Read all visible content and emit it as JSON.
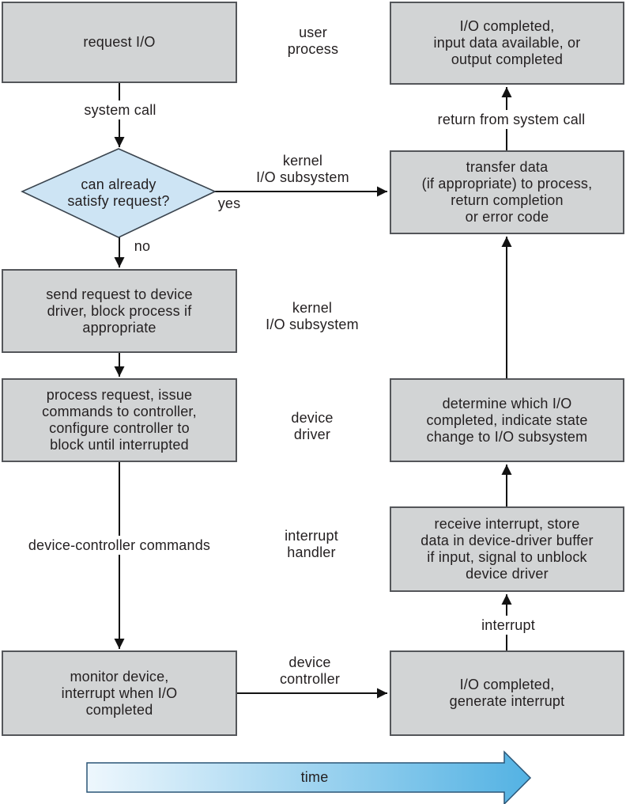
{
  "colors": {
    "box_fill": "#d2d4d5",
    "box_border": "#54565a",
    "diamond_fill": "#cde4f4",
    "diamond_stroke": "#3a444e",
    "line": "#121212",
    "text": "#231f20",
    "time_grad_start": "#eef7fd",
    "time_grad_end": "#53b2e3",
    "time_stroke": "#2a5576",
    "bg": "#ffffff"
  },
  "left_column": {
    "request_io": {
      "label": "request I/O"
    },
    "decision": {
      "label": "can already\nsatisfy request?"
    },
    "send_request": {
      "label": "send request to device\ndriver, block process if\nappropriate"
    },
    "process_request": {
      "label": "process request, issue\ncommands to controller,\nconfigure controller to\nblock until interrupted"
    },
    "monitor_device": {
      "label": "monitor device,\ninterrupt when I/O\ncompleted"
    }
  },
  "right_column": {
    "io_completed_user": {
      "label": "I/O completed,\ninput data available, or\noutput completed"
    },
    "transfer_data": {
      "label": "transfer data\n(if appropriate) to process,\nreturn completion\nor error code"
    },
    "determine_io": {
      "label": "determine which I/O\ncompleted, indicate state\nchange to I/O subsystem"
    },
    "receive_interrupt": {
      "label": "receive interrupt, store\ndata in device-driver buffer\nif input, signal to unblock\ndevice driver"
    },
    "io_generate_interrupt": {
      "label": "I/O completed,\ngenerate interrupt"
    }
  },
  "lane_labels": {
    "user_process": "user\nprocess",
    "kernel_io_top": "kernel\nI/O subsystem",
    "kernel_io_mid": "kernel\nI/O subsystem",
    "device_driver": "device\ndriver",
    "interrupt_handler": "interrupt\nhandler",
    "device_controller": "device\ncontroller"
  },
  "edge_labels": {
    "system_call": "system call",
    "yes": "yes",
    "no": "no",
    "device_controller_commands": "device-controller commands",
    "return_from_system_call": "return from system call",
    "interrupt": "interrupt",
    "time": "time"
  }
}
